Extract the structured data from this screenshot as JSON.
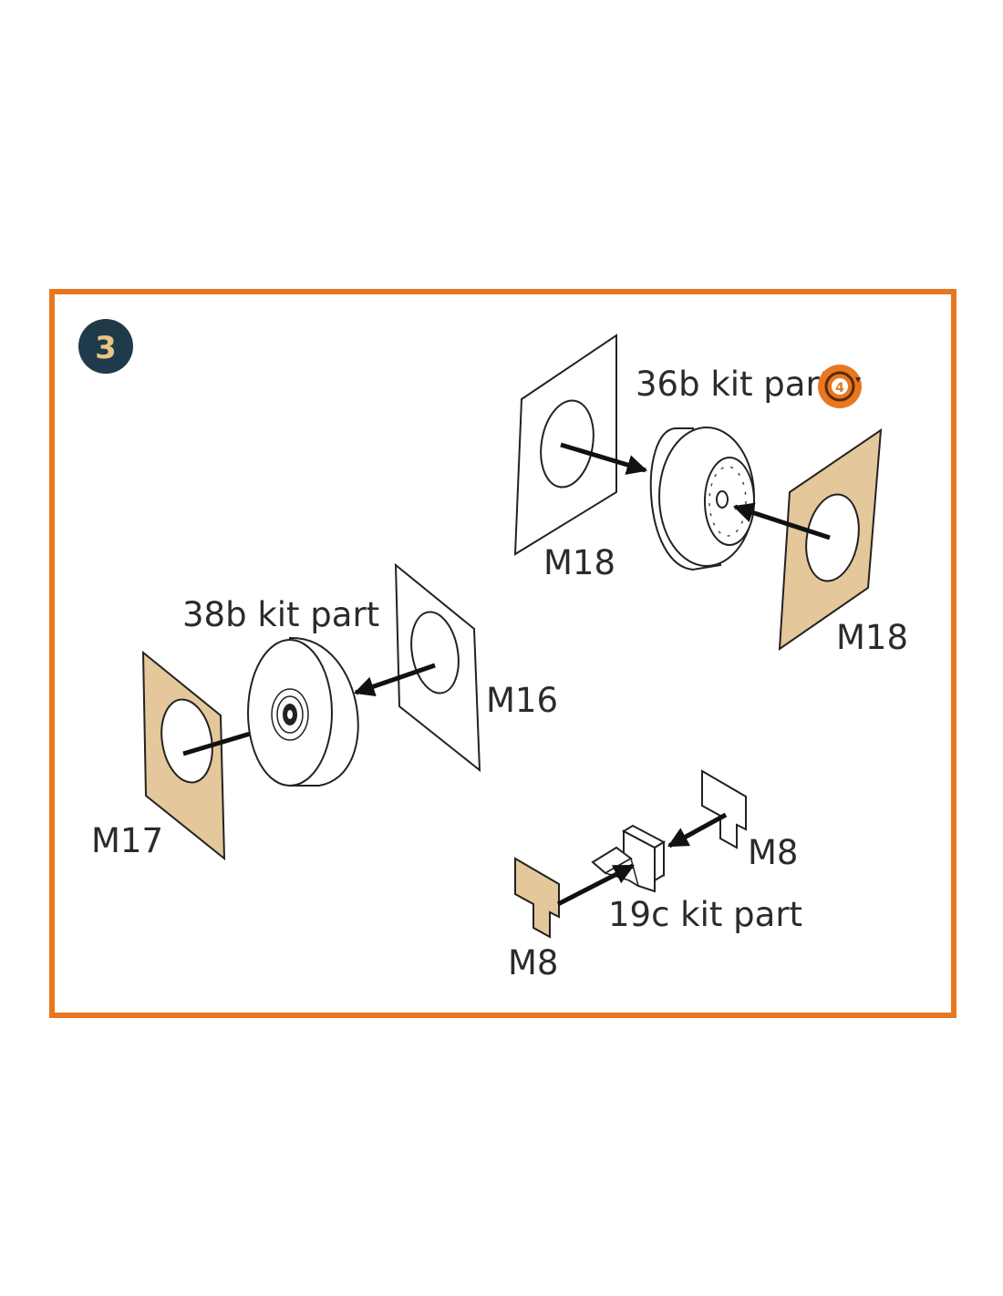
{
  "step": {
    "number": "3"
  },
  "colors": {
    "frame": "#e87722",
    "badge": "#1f3a4a",
    "badge_text": "#e8c583",
    "tan_mask": "#e4c79a",
    "repeat_icon": "#e87722"
  },
  "labels": {
    "kit_part_36b": "36b kit part",
    "kit_part_38b": "38b kit part",
    "kit_part_19c": "19c kit part",
    "m18_upper_white": "M18",
    "m18_right_tan": "M18",
    "m16": "M16",
    "m17": "M17",
    "m8_right": "M8",
    "m8_left": "M8"
  },
  "repeat_icon": {
    "number": "4",
    "icon": "repeat-cycle-icon"
  }
}
